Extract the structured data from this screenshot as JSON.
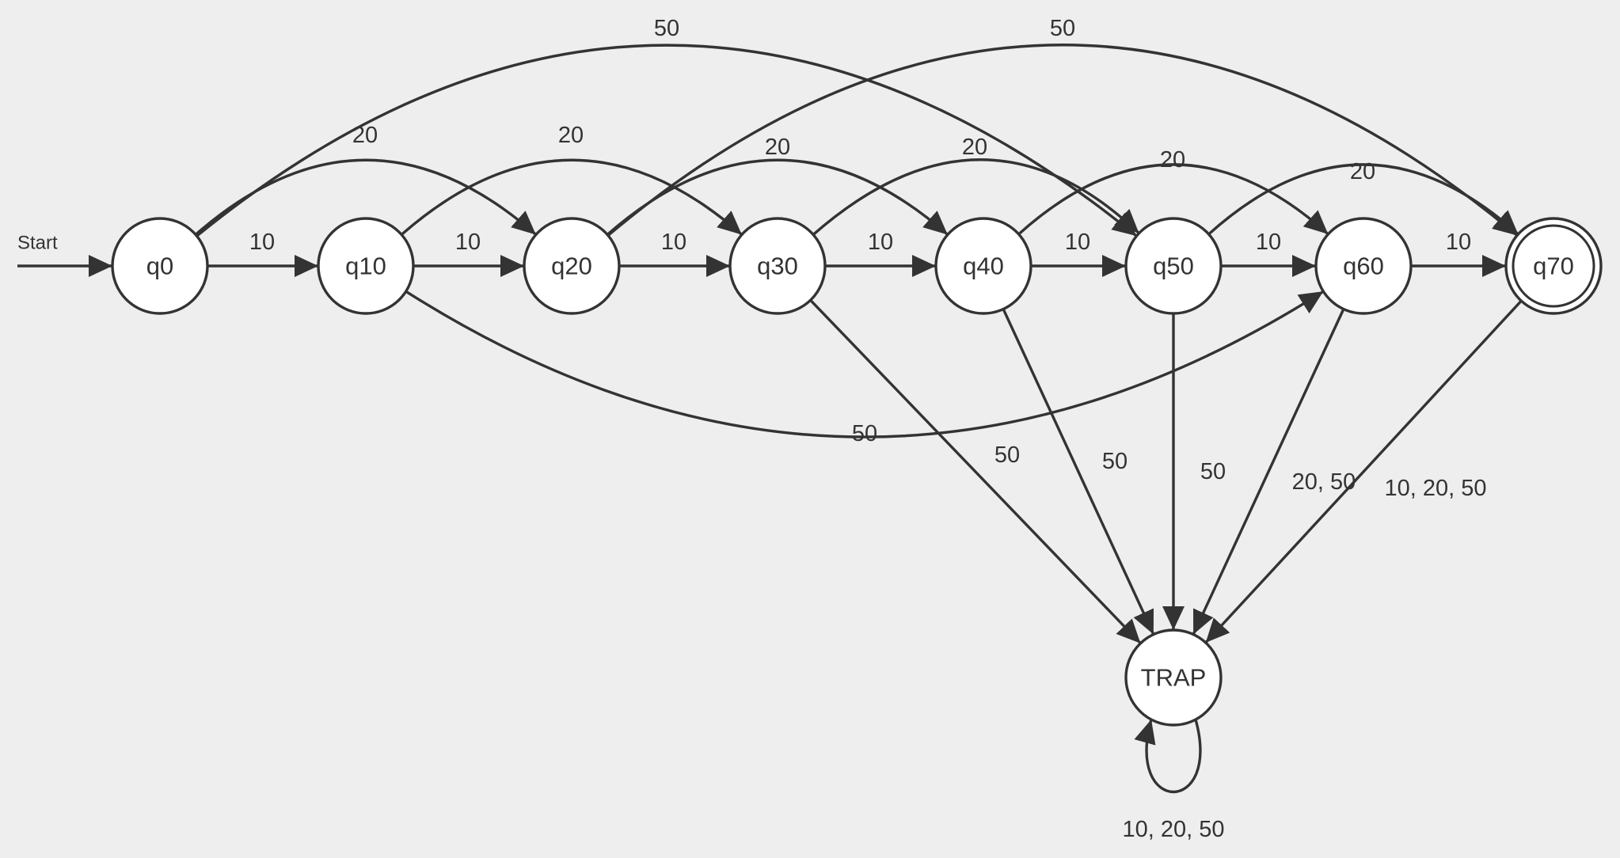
{
  "start": {
    "label": "Start",
    "target": "q0"
  },
  "states": [
    {
      "id": "q0",
      "label": "q0",
      "accepting": false
    },
    {
      "id": "q10",
      "label": "q10",
      "accepting": false
    },
    {
      "id": "q20",
      "label": "q20",
      "accepting": false
    },
    {
      "id": "q30",
      "label": "q30",
      "accepting": false
    },
    {
      "id": "q40",
      "label": "q40",
      "accepting": false
    },
    {
      "id": "q50",
      "label": "q50",
      "accepting": false
    },
    {
      "id": "q60",
      "label": "q60",
      "accepting": false
    },
    {
      "id": "q70",
      "label": "q70",
      "accepting": true
    },
    {
      "id": "trap",
      "label": "TRAP",
      "accepting": false
    }
  ],
  "transitions": [
    {
      "id": "t0",
      "from": "q0",
      "to": "q10",
      "label": "10"
    },
    {
      "id": "t1",
      "from": "q10",
      "to": "q20",
      "label": "10"
    },
    {
      "id": "t2",
      "from": "q20",
      "to": "q30",
      "label": "10"
    },
    {
      "id": "t3",
      "from": "q30",
      "to": "q40",
      "label": "10"
    },
    {
      "id": "t4",
      "from": "q40",
      "to": "q50",
      "label": "10"
    },
    {
      "id": "t5",
      "from": "q50",
      "to": "q60",
      "label": "10"
    },
    {
      "id": "t6",
      "from": "q60",
      "to": "q70",
      "label": "10"
    },
    {
      "id": "t7",
      "from": "q0",
      "to": "q20",
      "label": "20"
    },
    {
      "id": "t8",
      "from": "q10",
      "to": "q30",
      "label": "20"
    },
    {
      "id": "t9",
      "from": "q20",
      "to": "q40",
      "label": "20"
    },
    {
      "id": "t10",
      "from": "q30",
      "to": "q50",
      "label": "20"
    },
    {
      "id": "t11",
      "from": "q40",
      "to": "q60",
      "label": "20"
    },
    {
      "id": "t12",
      "from": "q50",
      "to": "q70",
      "label": "20"
    },
    {
      "id": "t13",
      "from": "q0",
      "to": "q50",
      "label": "50"
    },
    {
      "id": "t14",
      "from": "q20",
      "to": "q70",
      "label": "50"
    },
    {
      "id": "t15",
      "from": "q10",
      "to": "q60",
      "label": "50"
    },
    {
      "id": "t16",
      "from": "q30",
      "to": "trap",
      "label": "50"
    },
    {
      "id": "t17",
      "from": "q40",
      "to": "trap",
      "label": "50"
    },
    {
      "id": "t18",
      "from": "q50",
      "to": "trap",
      "label": "50"
    },
    {
      "id": "t19",
      "from": "q60",
      "to": "trap",
      "label": "20, 50"
    },
    {
      "id": "t20",
      "from": "q70",
      "to": "trap",
      "label": "10, 20, 50"
    },
    {
      "id": "t21",
      "from": "trap",
      "to": "trap",
      "label": "10, 20, 50"
    }
  ]
}
